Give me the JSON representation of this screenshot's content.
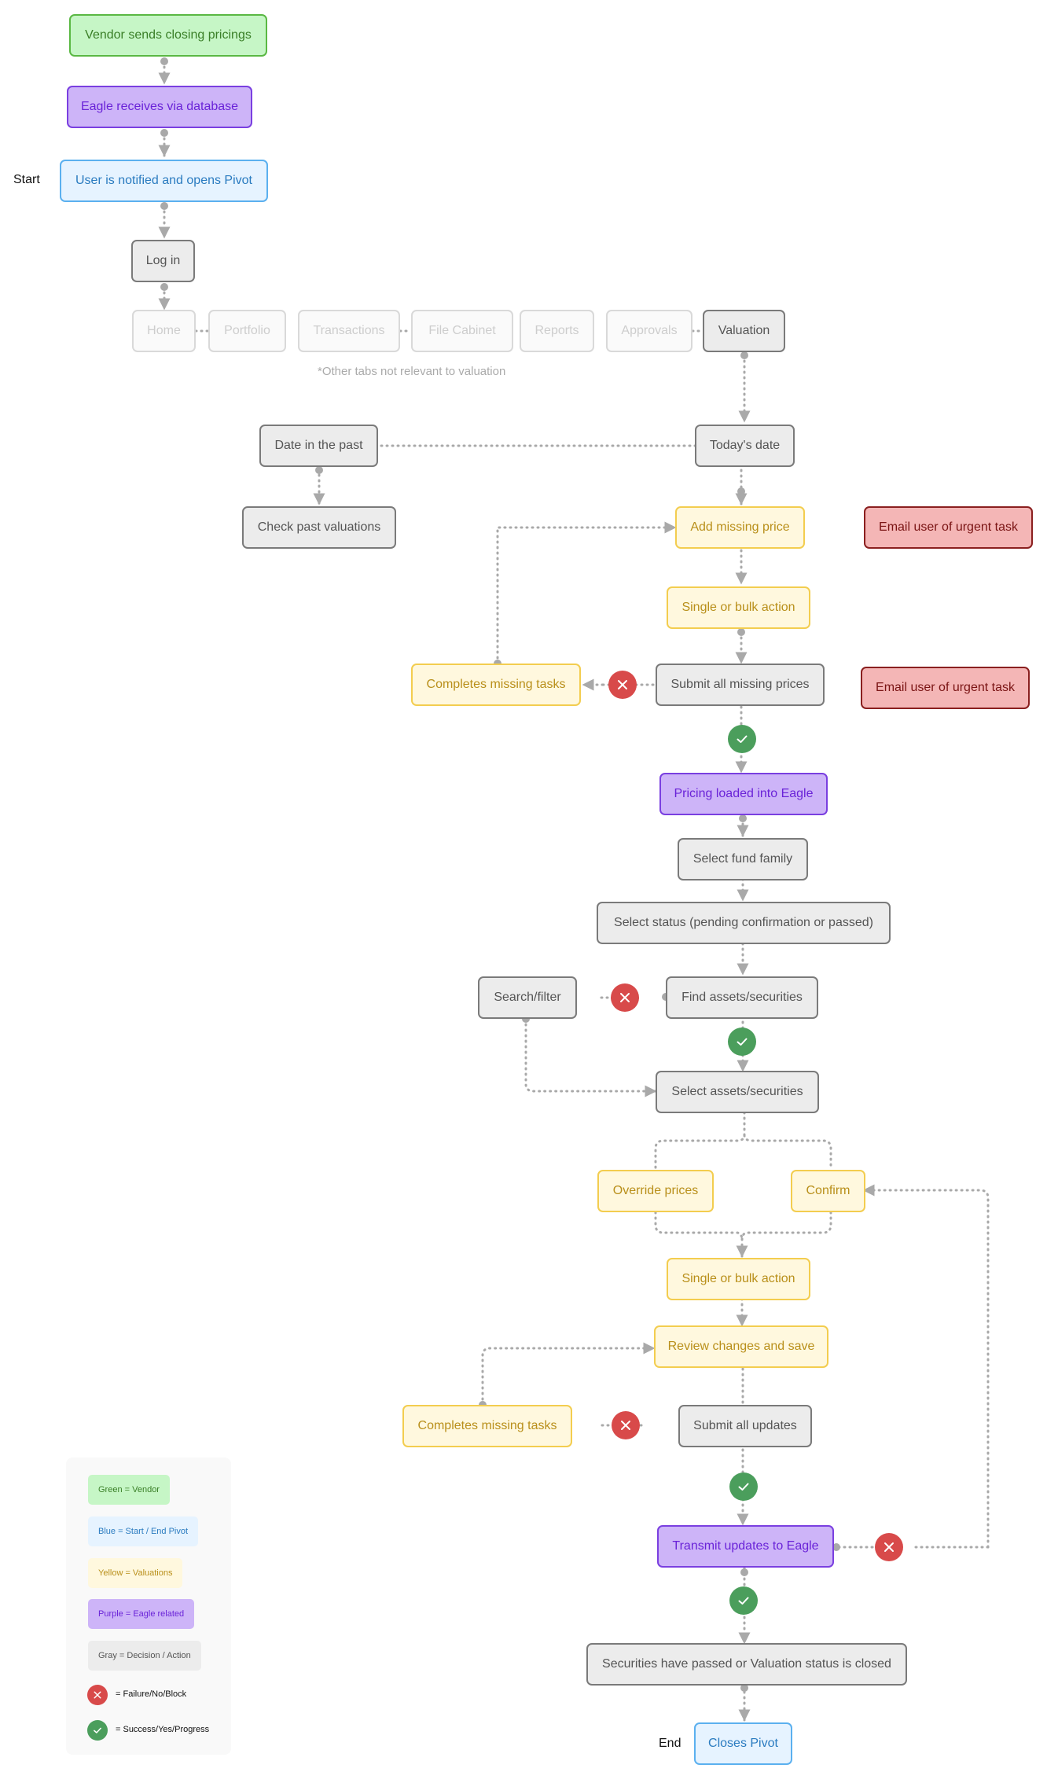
{
  "labels": {
    "start": "Start",
    "end": "End",
    "tabs_note": "*Other tabs not relevant to valuation"
  },
  "nodes": {
    "vendor_sends": "Vendor sends closing pricings",
    "eagle_receives": "Eagle receives via database",
    "user_notified": "User is notified and opens Pivot",
    "log_in": "Log in",
    "tab_home": "Home",
    "tab_portfolio": "Portfolio",
    "tab_transactions": "Transactions",
    "tab_file_cabinet": "File Cabinet",
    "tab_reports": "Reports",
    "tab_approvals": "Approvals",
    "tab_valuation": "Valuation",
    "date_past": "Date in the past",
    "todays_date": "Today's date",
    "check_past": "Check past valuations",
    "add_missing_price": "Add missing price",
    "email_urgent_1": "Email user of urgent task",
    "single_bulk_1": "Single or bulk action",
    "completes_tasks_1": "Completes missing tasks",
    "submit_missing": "Submit all missing prices",
    "email_urgent_2": "Email user of urgent task",
    "pricing_loaded": "Pricing loaded into Eagle",
    "select_fund": "Select fund family",
    "select_status": "Select status (pending confirmation or passed)",
    "search_filter": "Search/filter",
    "find_assets": "Find assets/securities",
    "select_assets": "Select assets/securities",
    "override_prices": "Override prices",
    "confirm": "Confirm",
    "single_bulk_2": "Single or bulk action",
    "review_save": "Review changes and save",
    "completes_tasks_2": "Completes missing tasks",
    "submit_updates": "Submit all updates",
    "transmit_updates": "Transmit updates to Eagle",
    "securities_passed": "Securities have passed or Valuation status is closed",
    "closes_pivot": "Closes Pivot"
  },
  "legend": {
    "green": "Green = Vendor",
    "blue": "Blue = Start / End Pivot",
    "yellow": "Yellow  = Valuations",
    "purple": "Purple = Eagle related",
    "gray": "Gray = Decision / Action",
    "failure": "= Failure/No/Block",
    "success": "= Success/Yes/Progress"
  },
  "colors": {
    "vendor": "#c6f6c6",
    "eagle": "#cdb4f8",
    "start_end": "#e6f3ff",
    "decision": "#ececec",
    "valuation": "#fff8de",
    "urgent": "#f4b6b6",
    "failure": "#d84a4a",
    "success": "#4b9e5c",
    "connector": "#a9a9a9"
  }
}
